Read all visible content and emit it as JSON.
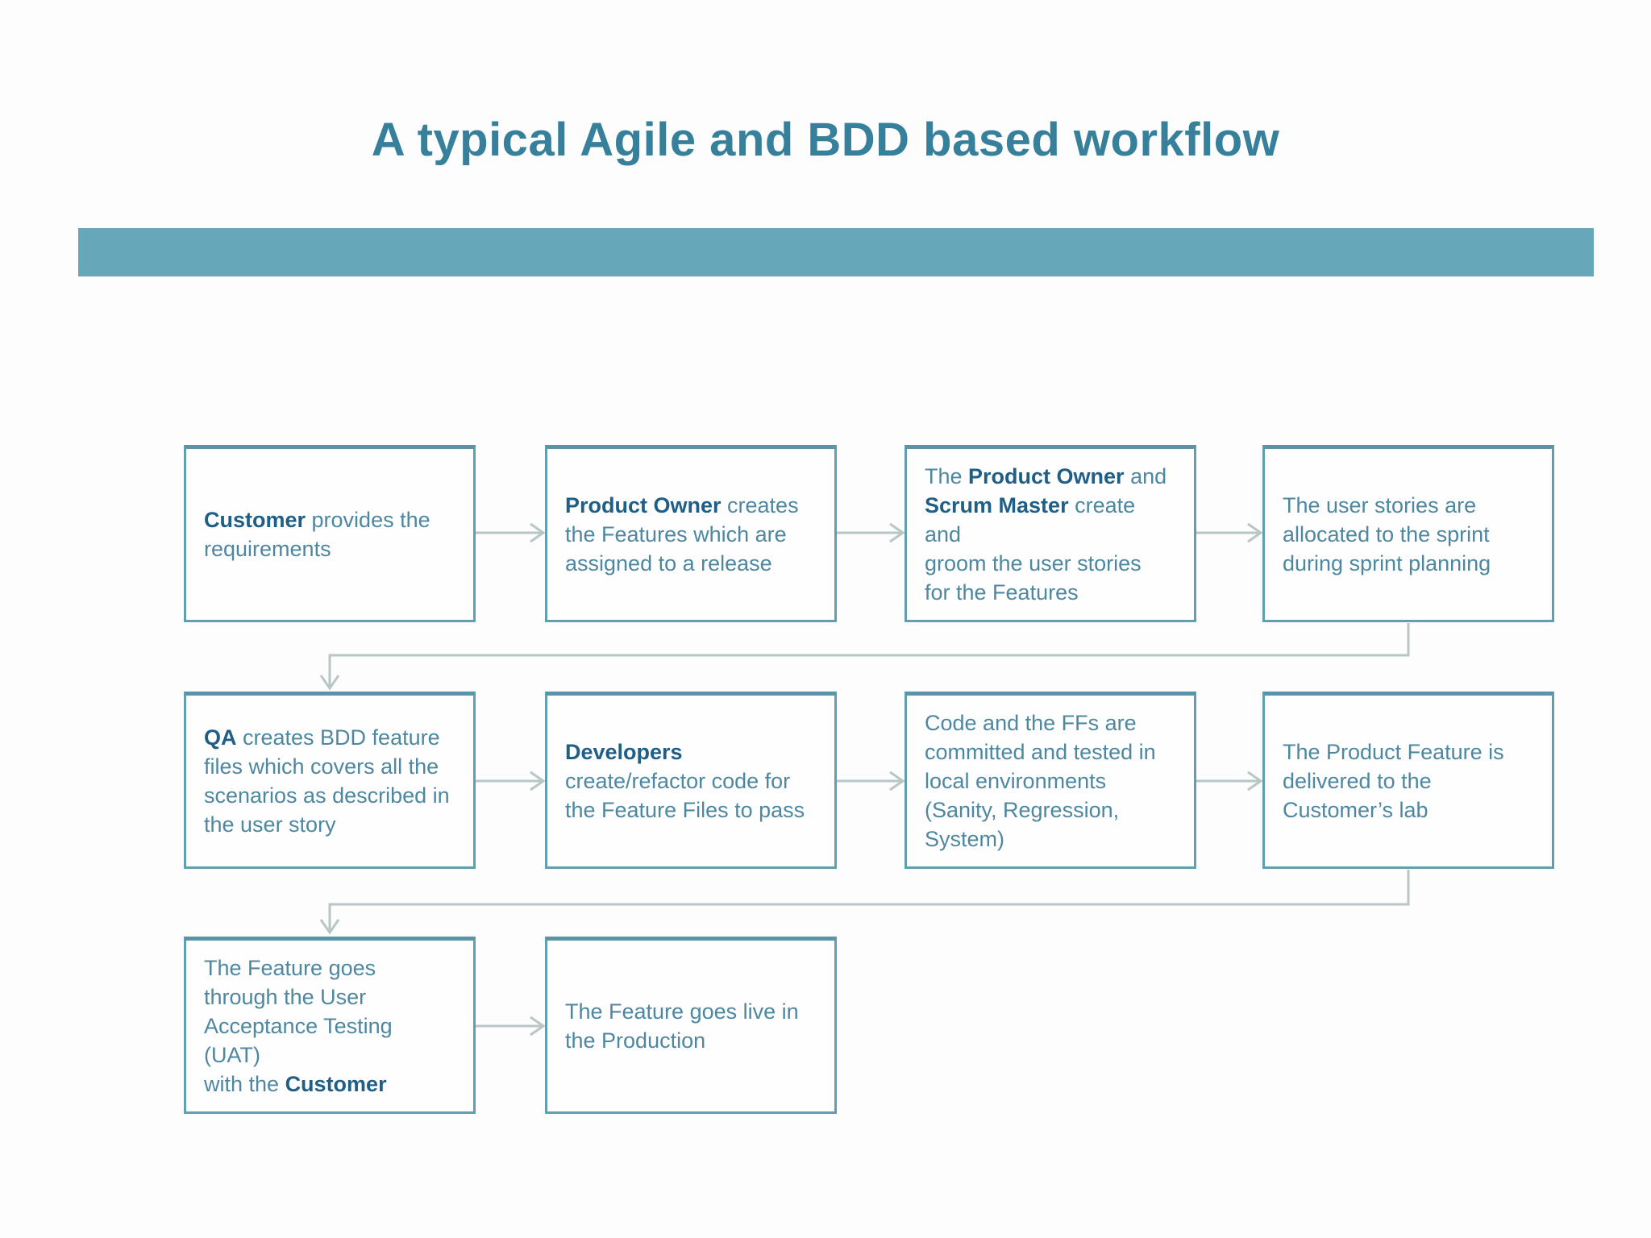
{
  "title": "A typical Agile and BDD based workflow",
  "colors": {
    "title": "#37809c",
    "bar": "#67a7ba",
    "box_border": "#5f9fb1",
    "text_regular": "#4d87a0",
    "text_bold": "#1f5e86",
    "arrow": "#b8c7c5",
    "background": "#fdfdfd"
  },
  "boxes": [
    {
      "id": "customer-provides-requirements",
      "runs": [
        {
          "text": "Customer",
          "bold": true
        },
        {
          "text": " provides the\nrequirements",
          "bold": false
        }
      ]
    },
    {
      "id": "product-owner-creates-features",
      "runs": [
        {
          "text": "Product Owner",
          "bold": true
        },
        {
          "text": " creates\nthe Features which are\nassigned to a release",
          "bold": false
        }
      ]
    },
    {
      "id": "po-sm-groom-user-stories",
      "runs": [
        {
          "text": "The ",
          "bold": false
        },
        {
          "text": "Product Owner",
          "bold": true
        },
        {
          "text": " and\n",
          "bold": false
        },
        {
          "text": "Scrum Master",
          "bold": true
        },
        {
          "text": " create and\ngroom the user stories\nfor the Features",
          "bold": false
        }
      ]
    },
    {
      "id": "stories-allocated-to-sprint",
      "runs": [
        {
          "text": "The user stories are\nallocated to the sprint\nduring sprint planning",
          "bold": false
        }
      ]
    },
    {
      "id": "qa-creates-bdd-feature-files",
      "runs": [
        {
          "text": "QA",
          "bold": true
        },
        {
          "text": " creates BDD feature\nfiles which covers all the\nscenarios as described in\nthe user story",
          "bold": false
        }
      ]
    },
    {
      "id": "developers-create-refactor-code",
      "runs": [
        {
          "text": "Developers",
          "bold": true
        },
        {
          "text": "\ncreate/refactor code for\nthe Feature Files to pass",
          "bold": false
        }
      ]
    },
    {
      "id": "code-committed-and-tested",
      "runs": [
        {
          "text": "Code and the FFs are\ncommitted and tested in\nlocal environments\n(Sanity, Regression,\nSystem)",
          "bold": false
        }
      ]
    },
    {
      "id": "feature-delivered-to-customer-lab",
      "runs": [
        {
          "text": "The Product Feature is\ndelivered to the\nCustomer’s lab",
          "bold": false
        }
      ]
    },
    {
      "id": "feature-uat-with-customer",
      "runs": [
        {
          "text": "The Feature goes\nthrough the User\nAcceptance Testing (UAT)\nwith the ",
          "bold": false
        },
        {
          "text": "Customer",
          "bold": true
        }
      ]
    },
    {
      "id": "feature-goes-live-production",
      "runs": [
        {
          "text": "The Feature goes live in\nthe Production",
          "bold": false
        }
      ]
    }
  ]
}
